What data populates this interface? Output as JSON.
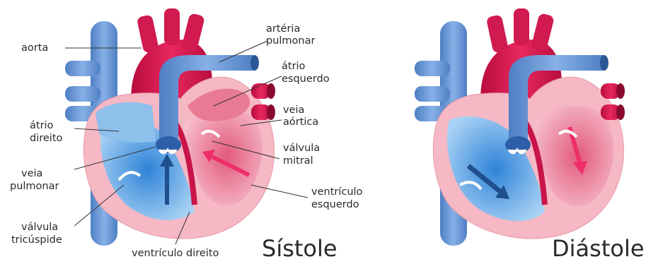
{
  "panels": {
    "systole": {
      "title": "Sístole",
      "labels": {
        "aorta": "aorta",
        "arteria_pulmonar_1": "artéria",
        "arteria_pulmonar_2": "pulmonar",
        "atrio_esquerdo_1": "átrio",
        "atrio_esquerdo_2": "esquerdo",
        "veia_aortica_1": "veia",
        "veia_aortica_2": "aórtica",
        "atrio_direito_1": "átrio",
        "atrio_direito_2": "direito",
        "valvula_mitral_1": "válvula",
        "valvula_mitral_2": "mitral",
        "veia_pulmonar_1": "veia",
        "veia_pulmonar_2": "pulmonar",
        "ventriculo_esquerdo_1": "ventrículo",
        "ventriculo_esquerdo_2": "esquerdo",
        "valvula_tricuspide_1": "válvula",
        "valvula_tricuspide_2": "tricúspide",
        "ventriculo_direito": "ventrículo direito"
      }
    },
    "diastole": {
      "title": "Diástole"
    }
  },
  "colors": {
    "blue_vessel": "#6f9bd6",
    "blue_dark": "#3d6fb5",
    "red_vessel": "#d8174f",
    "pink_wall": "#f5b8c4",
    "pink_inner": "#e97a93",
    "blue_chamber": "#8ec0ec",
    "arrow_blue": "#1f4f8f",
    "arrow_pink": "#ee2e6a"
  }
}
